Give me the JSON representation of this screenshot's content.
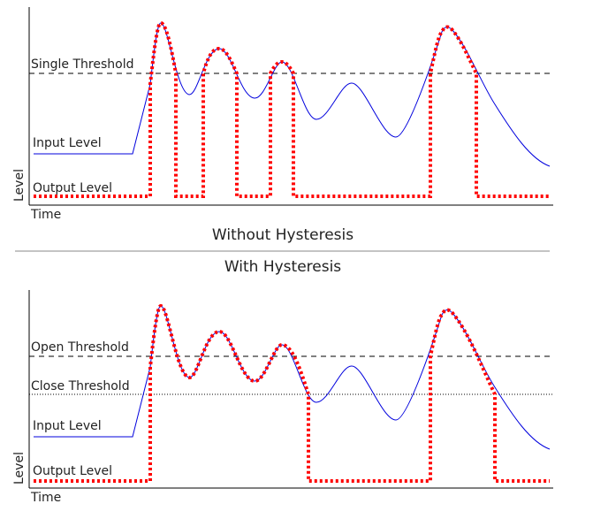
{
  "colors": {
    "input_line": "#0000dd",
    "output_line": "#ff0000",
    "axis": "#000000",
    "threshold": "#000000",
    "divider": "#888888"
  },
  "top_panel": {
    "caption": "Without Hysteresis",
    "y_axis_label": "Level",
    "x_axis_label": "Time",
    "threshold_label": "Single Threshold",
    "input_label": "Input Level",
    "output_label": "Output Level"
  },
  "bottom_panel": {
    "caption": "With Hysteresis",
    "y_axis_label": "Level",
    "x_axis_label": "Time",
    "open_threshold_label": "Open Threshold",
    "close_threshold_label": "Close Threshold",
    "input_label": "Input Level",
    "output_label": "Output Level"
  }
}
